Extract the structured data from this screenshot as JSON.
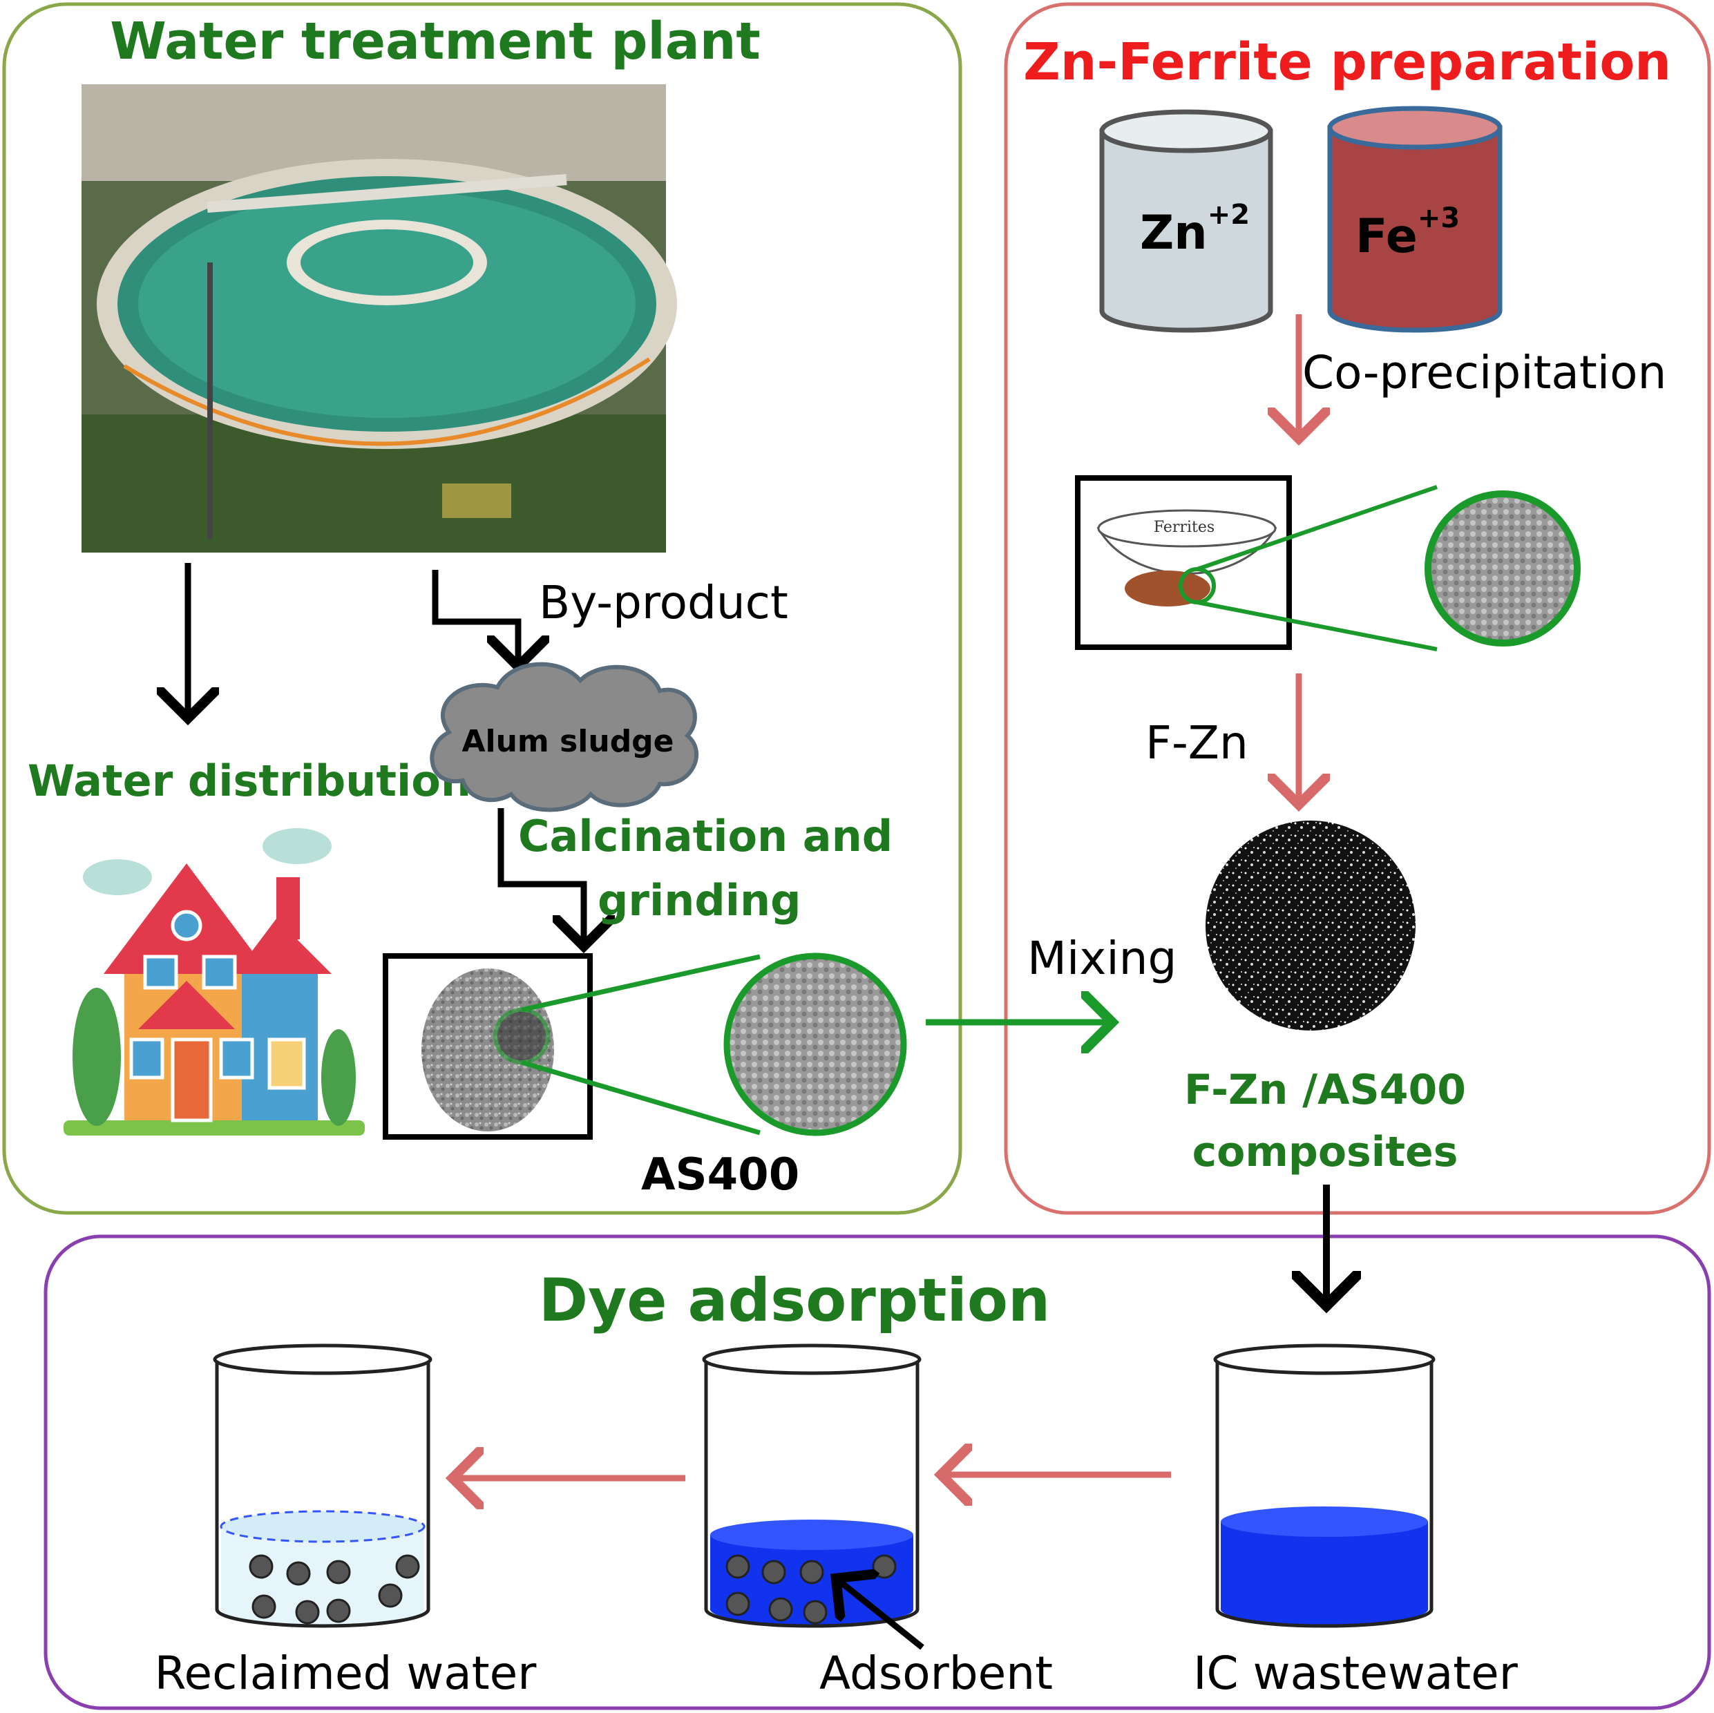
{
  "sections": {
    "plant_title": "Water treatment plant",
    "ferrite_title": "Zn-Ferrite preparation",
    "dye_title": "Dye adsorption"
  },
  "labels": {
    "water_distribution": "Water distribution",
    "by_product": "By-product",
    "alum_sludge": "Alum sludge",
    "calcination_line1": "Calcination and",
    "calcination_line2": "grinding",
    "as400": "AS400",
    "zn_base": "Zn",
    "zn_sup": "+2",
    "fe_base": "Fe",
    "fe_sup": "+3",
    "co_precipitation": "Co-precipitation",
    "ferrites_bowl": "Ferrites",
    "f_zn": "F-Zn",
    "mixing": "Mixing",
    "composite_line1": "F-Zn /AS400",
    "composite_line2": "composites",
    "reclaimed_water": "Reclaimed water",
    "adsorbent": "Adsorbent",
    "ic_wastewater": "IC wastewater"
  },
  "colors": {
    "plant_border": "#8aa84a",
    "ferrite_border": "#d9706e",
    "dye_border": "#8a3fb0",
    "green_text": "#1f7a1f",
    "red_text": "#ee1c1c",
    "zn_can": "#cfd8dc",
    "fe_can": "#a94444",
    "dye_blue": "#1133ee",
    "pink_arrow": "#d96a6a",
    "green_arrow": "#1a9a2a"
  }
}
